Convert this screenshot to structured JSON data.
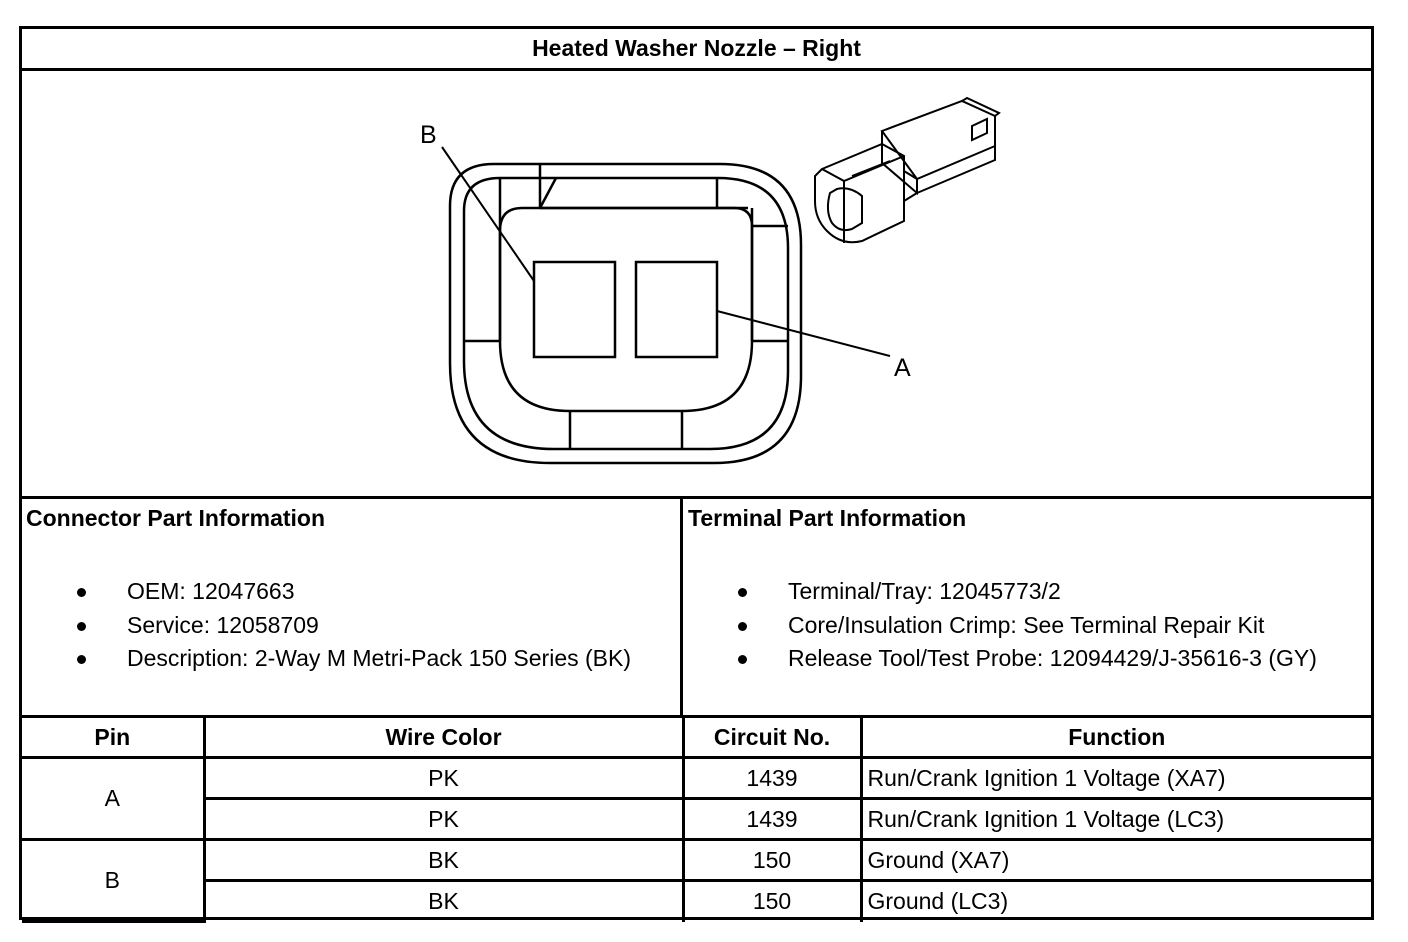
{
  "title": "Heated Washer Nozzle – Right",
  "drawing": {
    "callout_b": "B",
    "callout_a": "A",
    "face_icon": "connector-face-view",
    "iso_icon": "connector-isometric-view"
  },
  "connector_info": {
    "heading": "Connector Part Information",
    "items": [
      "OEM: 12047663",
      "Service: 12058709",
      "Description: 2-Way M Metri-Pack 150 Series (BK)"
    ]
  },
  "terminal_info": {
    "heading": "Terminal Part Information",
    "items": [
      "Terminal/Tray: 12045773/2",
      "Core/Insulation Crimp: See Terminal Repair Kit",
      "Release Tool/Test Probe: 12094429/J-35616-3 (GY)"
    ]
  },
  "pin_table": {
    "headers": [
      "Pin",
      "Wire Color",
      "Circuit No.",
      "Function"
    ],
    "groups": [
      {
        "pin": "A",
        "rows": [
          {
            "wire_color": "PK",
            "circuit": "1439",
            "function": "Run/Crank Ignition 1 Voltage (XA7)"
          },
          {
            "wire_color": "PK",
            "circuit": "1439",
            "function": "Run/Crank Ignition 1 Voltage (LC3)"
          }
        ]
      },
      {
        "pin": "B",
        "rows": [
          {
            "wire_color": "BK",
            "circuit": "150",
            "function": "Ground (XA7)"
          },
          {
            "wire_color": "BK",
            "circuit": "150",
            "function": "Ground (LC3)"
          }
        ]
      }
    ]
  }
}
